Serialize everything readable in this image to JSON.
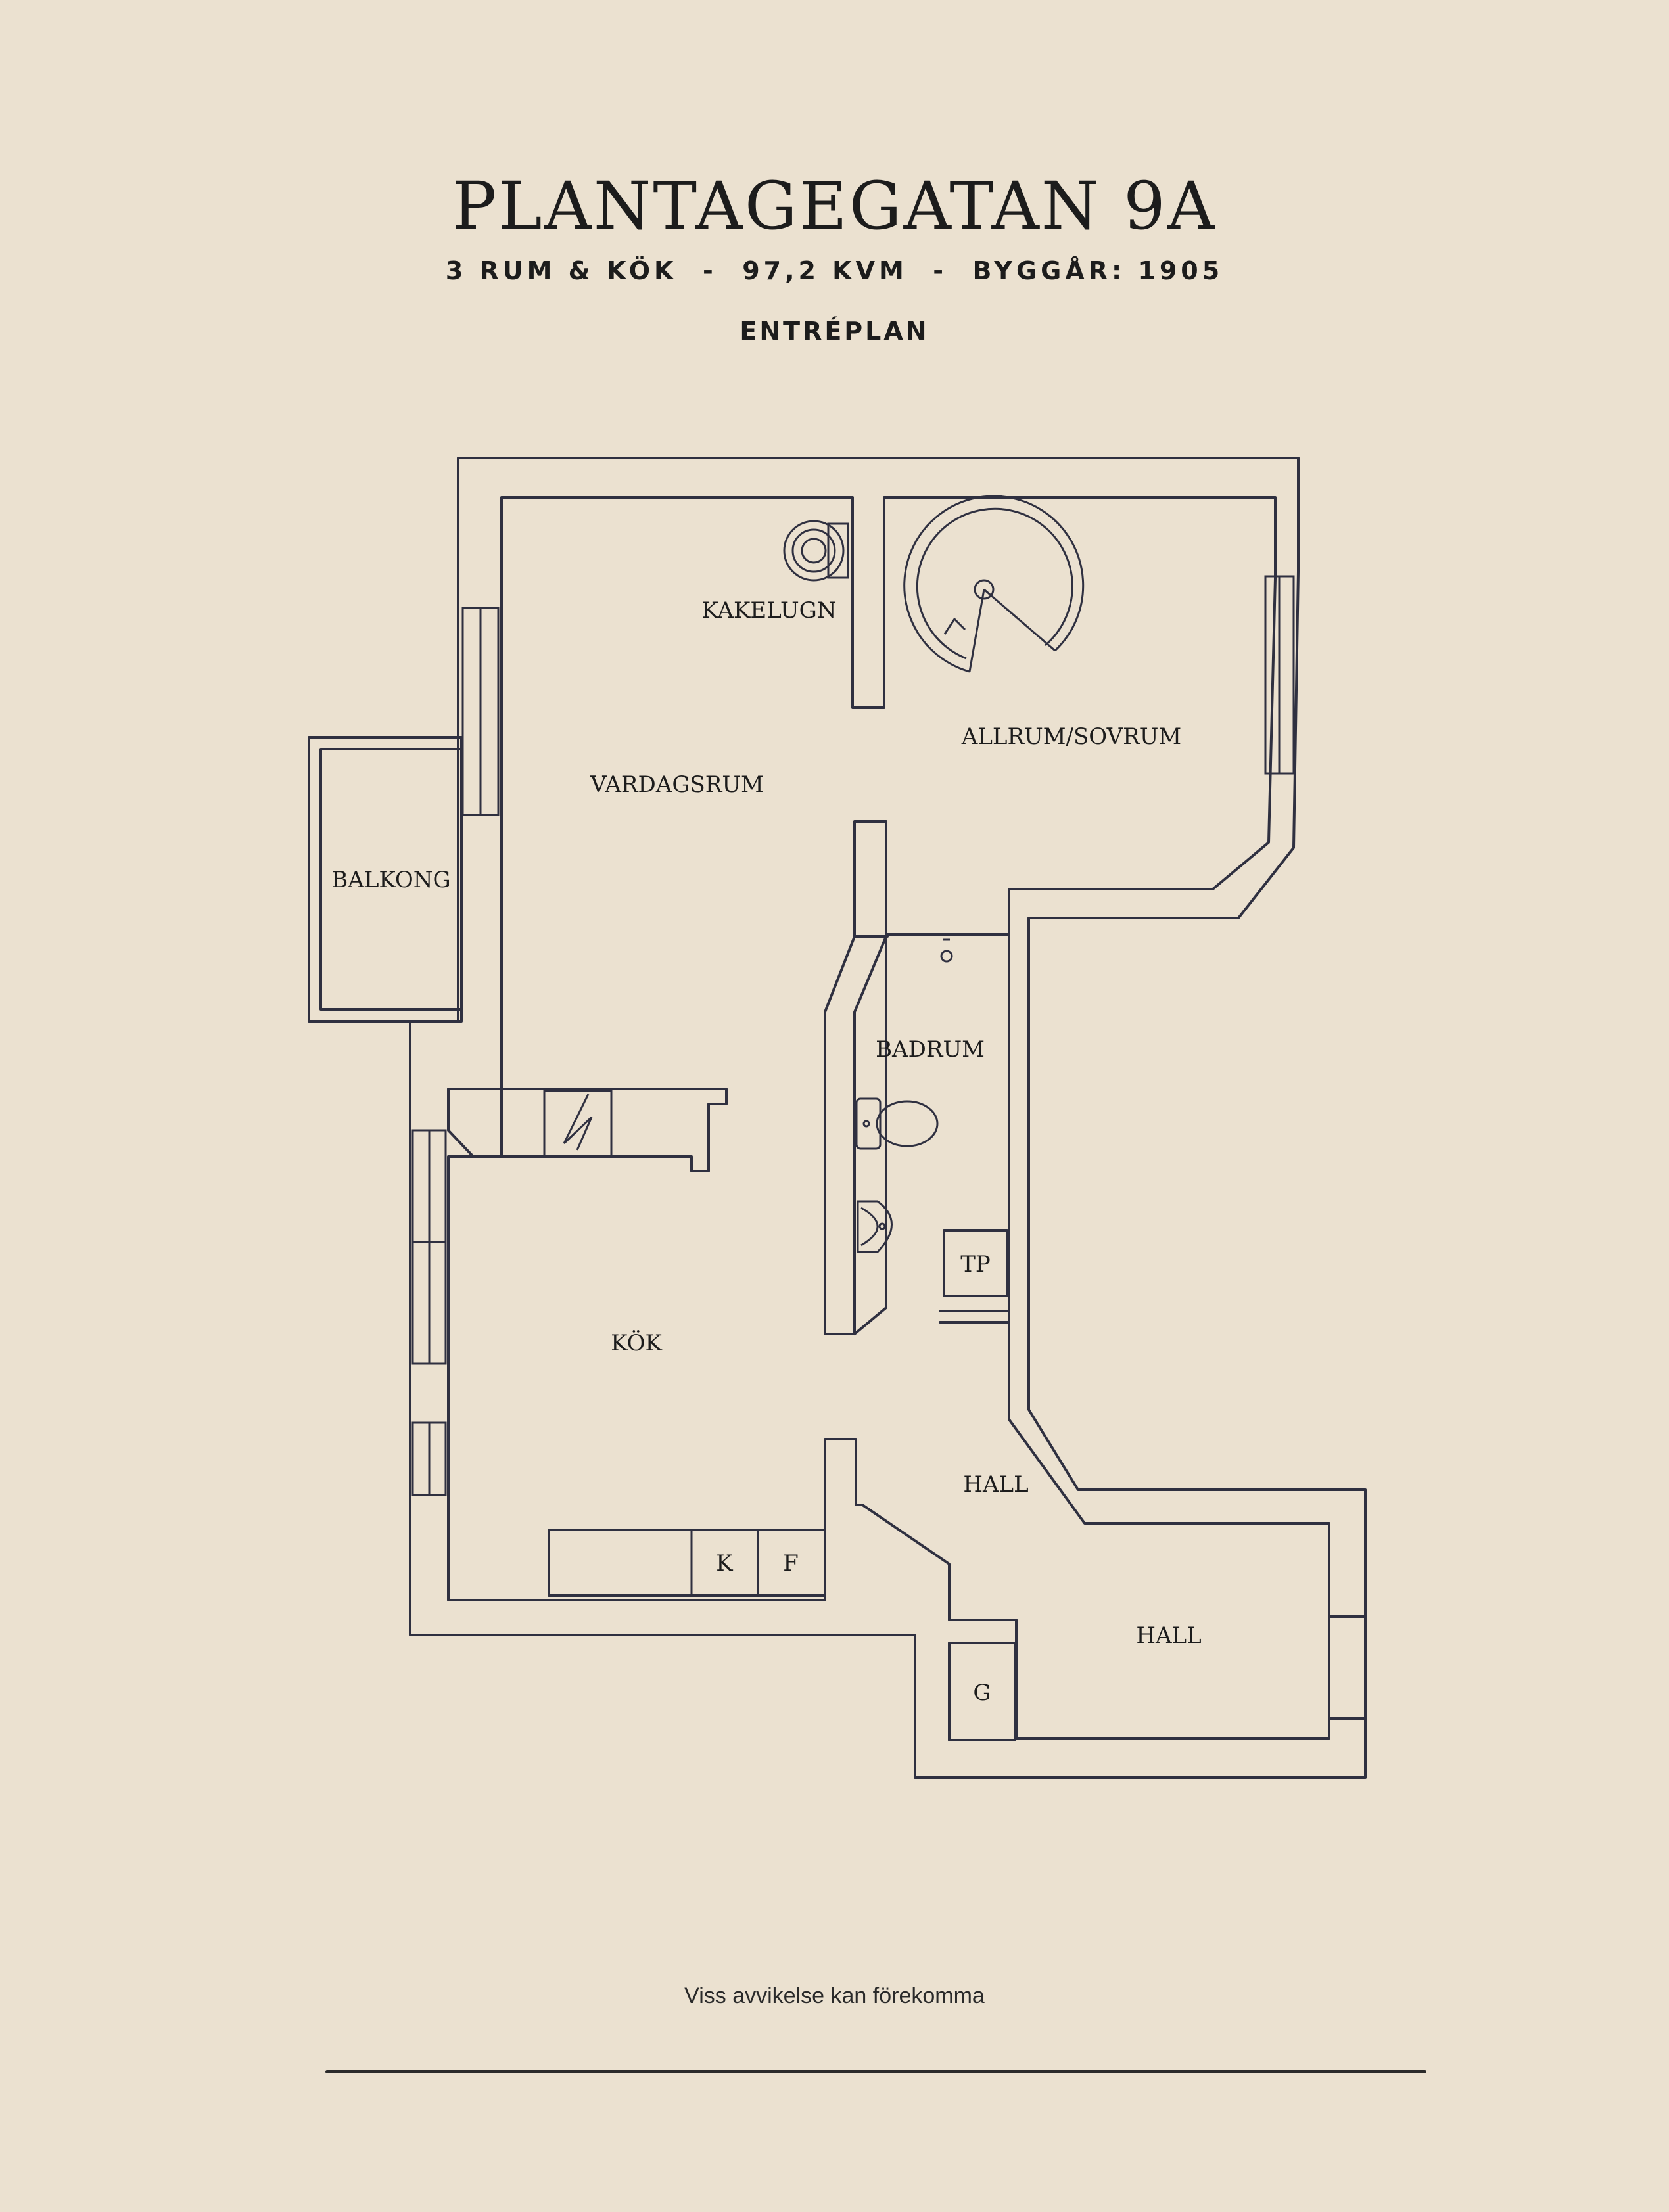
{
  "header": {
    "title": "PLANTAGEGATAN 9A",
    "subtitle": "3 RUM & KÖK  -  97,2 KVM  -  BYGGÅR: 1905",
    "level": "ENTRÉPLAN"
  },
  "rooms": {
    "kakelugn": "KAKELUGN",
    "allrum": "ALLRUM/SOVRUM",
    "vardagsrum": "VARDAGSRUM",
    "balkong": "BALKONG",
    "badrum": "BADRUM",
    "tp": "TP",
    "kok": "KÖK",
    "hall_upper": "HALL",
    "hall_lower": "HALL",
    "k": "K",
    "f": "F",
    "g": "G"
  },
  "footer": {
    "disclaimer": "Viss avvikelse kan förekomma"
  }
}
